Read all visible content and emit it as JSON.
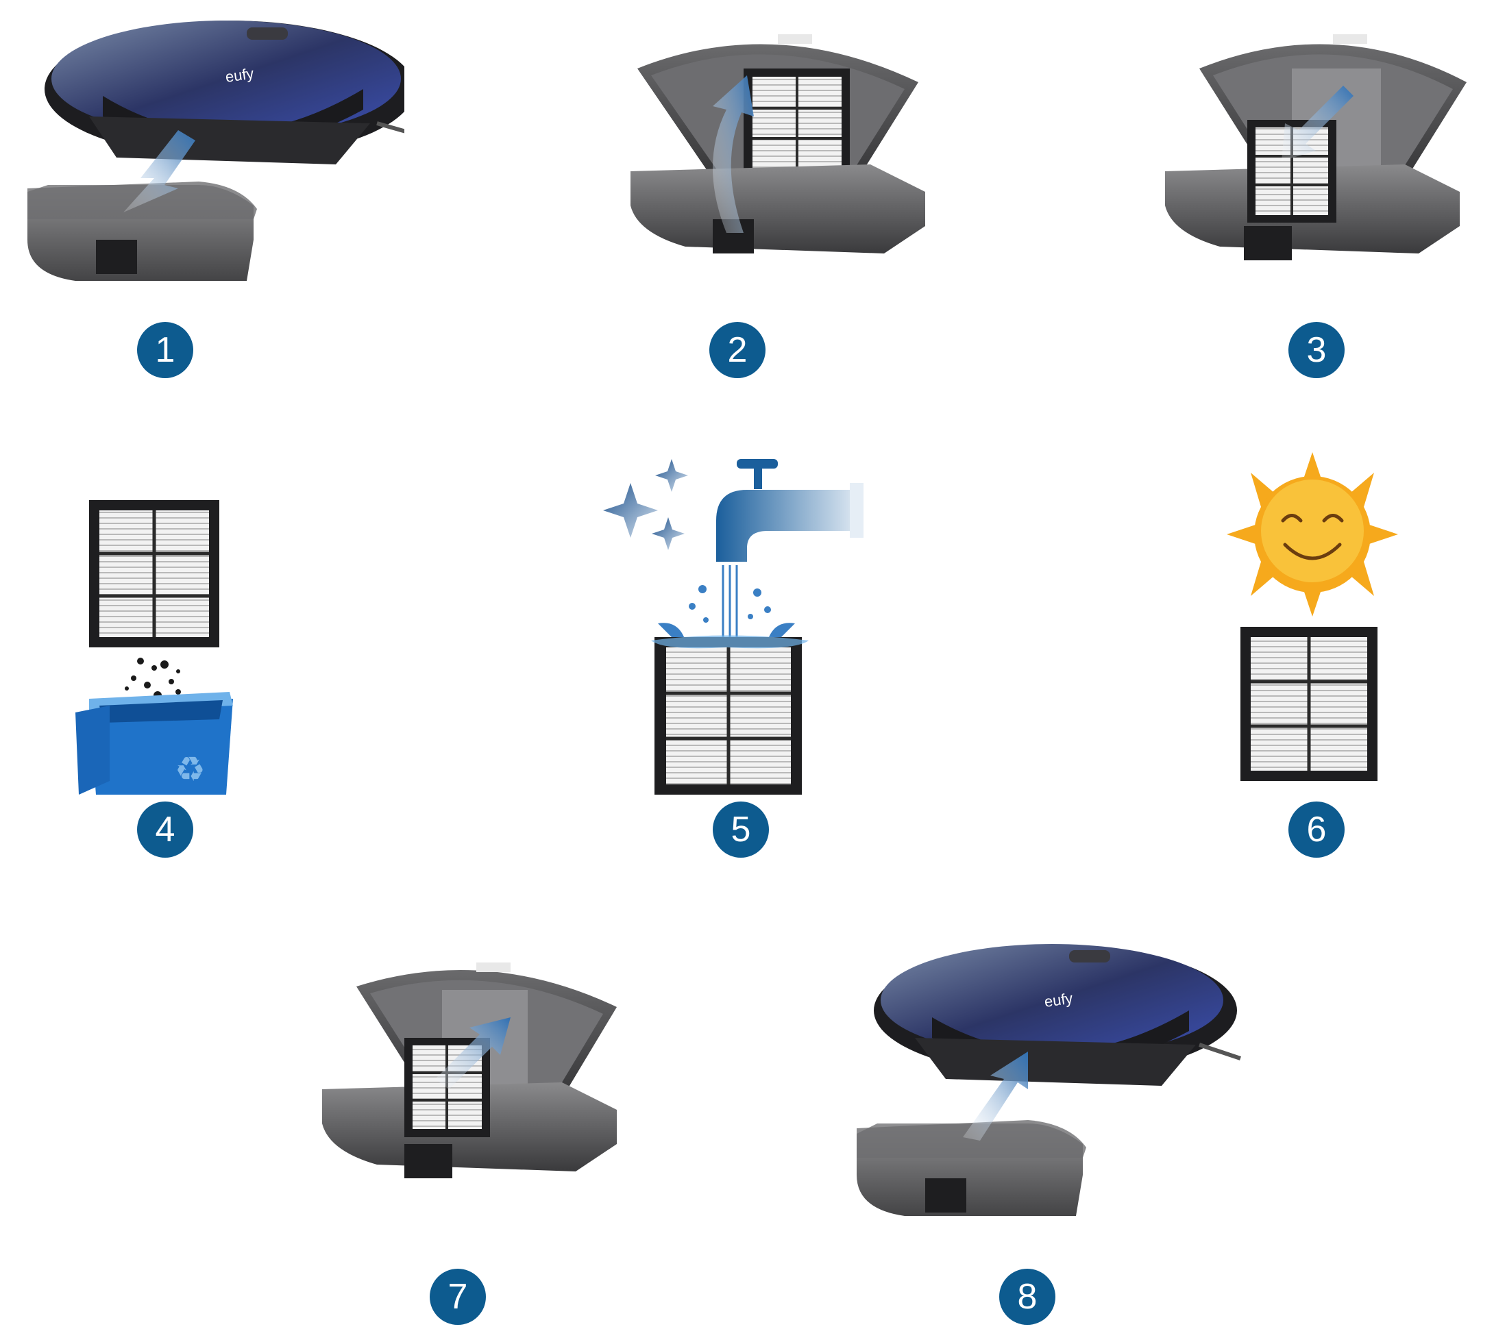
{
  "colors": {
    "badge": "#0d5b8f",
    "robot_top": "#2c3566",
    "robot_accent": "#3b4fb0",
    "dustbin": "#3c3c3e",
    "filter_frame": "#2a2a2a",
    "arrow": "#2f6fb2",
    "trash_blue": "#1f73c9",
    "sun": "#f6a91c",
    "water": "#3a7fc4"
  },
  "brand": {
    "logo": "eufy"
  },
  "steps": [
    {
      "number": "1",
      "icon": "remove-dustbin-icon"
    },
    {
      "number": "2",
      "icon": "lift-filter-icon"
    },
    {
      "number": "3",
      "icon": "take-out-filter-icon"
    },
    {
      "number": "4",
      "icon": "empty-filter-trash-icon"
    },
    {
      "number": "5",
      "icon": "rinse-filter-tap-icon"
    },
    {
      "number": "6",
      "icon": "dry-filter-sun-icon"
    },
    {
      "number": "7",
      "icon": "insert-filter-icon"
    },
    {
      "number": "8",
      "icon": "reinsert-dustbin-icon"
    }
  ]
}
